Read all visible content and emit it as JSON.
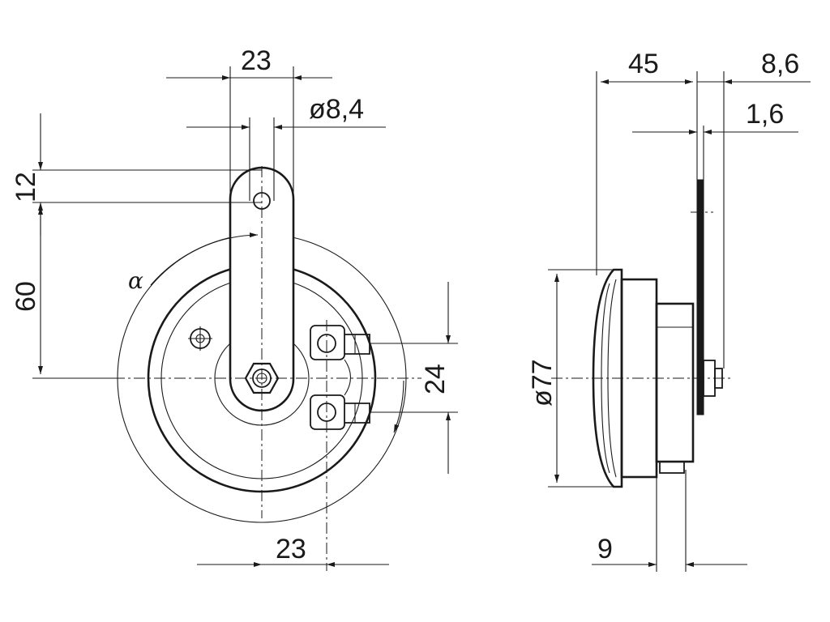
{
  "front_view": {
    "dim_top_width": "23",
    "dim_hole_dia": "ø8,4",
    "dim_bracket_top": "12",
    "dim_bracket_length": "60",
    "dim_angle": "α",
    "dim_terminal_spacing": "24",
    "dim_bottom_offset": "23"
  },
  "side_view": {
    "dim_depth": "45",
    "dim_bracket_offset": "8,6",
    "dim_bracket_thickness": "1,6",
    "dim_diameter": "ø77",
    "dim_terminal_width": "9"
  }
}
